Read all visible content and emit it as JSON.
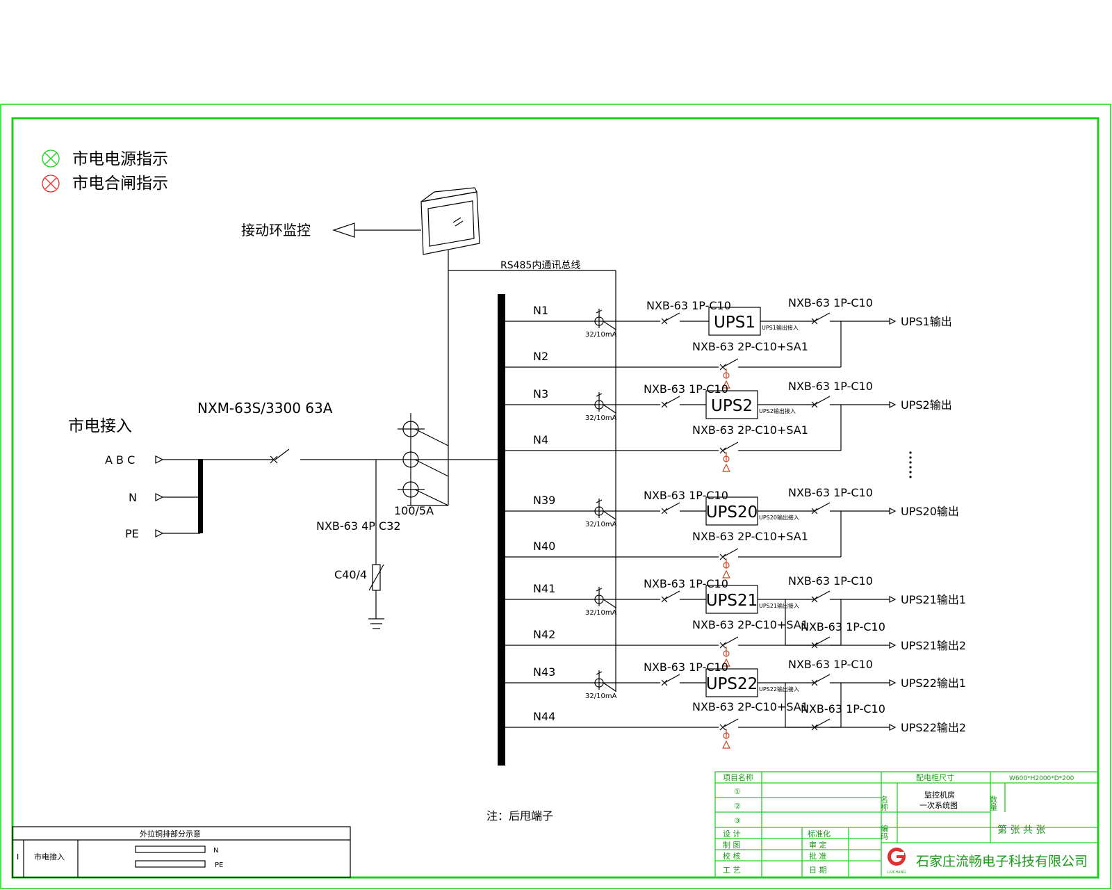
{
  "colors": {
    "frame": "#1ed01e",
    "indicator_power": "#1ed01e",
    "indicator_close": "#e03030",
    "earth_symbol": "#c8461e"
  },
  "legend": {
    "power_indicator": "市电电源指示",
    "close_indicator": "市电合闸指示"
  },
  "monitor": {
    "label": "接动环监控",
    "bus_label": "RS485内通讯总线"
  },
  "incoming": {
    "title": "市电接入",
    "phase_abc": "A B C",
    "phase_n": "N",
    "phase_pe": "PE",
    "breaker": "NXM-63S/3300  63A",
    "ct": "100/5A",
    "spd_breaker": "NXB-63 4P C32",
    "spd": "C40/4"
  },
  "circuits": [
    {
      "n_in": "N1",
      "rcd": "32/10mA",
      "in_breaker": "NXB-63    1P-C10",
      "ups": "UPS1",
      "ups_note": "UPS1输出接入",
      "out_breaker": "NXB-63    1P-C10",
      "output": "UPS1输出",
      "n_bypass": "N2",
      "bypass_breaker": "NXB-63    2P-C10+SA1"
    },
    {
      "n_in": "N3",
      "rcd": "32/10mA",
      "in_breaker": "NXB-63    1P-C10",
      "ups": "UPS2",
      "ups_note": "UPS2输出接入",
      "out_breaker": "NXB-63    1P-C10",
      "output": "UPS2输出",
      "n_bypass": "N4",
      "bypass_breaker": "NXB-63    2P-C10+SA1"
    },
    {
      "n_in": "N39",
      "rcd": "32/10mA",
      "in_breaker": "NXB-63    1P-C10",
      "ups": "UPS20",
      "ups_note": "UPS20输出接入",
      "out_breaker": "NXB-63    1P-C10",
      "output": "UPS20输出",
      "n_bypass": "N40",
      "bypass_breaker": "NXB-63    2P-C10+SA1"
    },
    {
      "n_in": "N41",
      "rcd": "32/10mA",
      "in_breaker": "NXB-63    1P-C10",
      "ups": "UPS21",
      "ups_note": "UPS21输出接入",
      "out_breaker": "NXB-63    1P-C10",
      "output": "UPS21输出1",
      "n_bypass": "N42",
      "bypass_breaker": "NXB-63    2P-C10+SA1",
      "out2_breaker": "NXB-63    1P-C10",
      "output2": "UPS21输出2"
    },
    {
      "n_in": "N43",
      "rcd": "32/10mA",
      "in_breaker": "NXB-63    1P-C10",
      "ups": "UPS22",
      "ups_note": "UPS22输出接入",
      "out_breaker": "NXB-63    1P-C10",
      "output": "UPS22输出1",
      "n_bypass": "N44",
      "bypass_breaker": "NXB-63    2P-C10+SA1",
      "out2_breaker": "NXB-63    1P-C10",
      "output2": "UPS22输出2"
    }
  ],
  "note": "注：后甩端子",
  "busbar_table": {
    "title": "外拉铜排部分示意",
    "row_index": "I",
    "row_label": "市电接入",
    "bar_n": "N",
    "bar_pe": "PE"
  },
  "title_block": {
    "project_name": "项目名称",
    "items": [
      "①",
      "②",
      "③"
    ],
    "cabinet_size_label": "配电柜尺寸",
    "cabinet_size": "W600*H2000*D*200",
    "name_label": "名称",
    "drawing_name_1": "监控机房",
    "drawing_name_2": "一次系统图",
    "qty_label": "数量",
    "code_label": "编码",
    "sheet": "第    张  共    张",
    "roles": [
      "设  计",
      "制  图",
      "校  核",
      "工  艺"
    ],
    "roles2": [
      "标准化",
      "审  定",
      "批  准",
      "日  期"
    ],
    "company": "石家庄流畅电子科技有限公司",
    "logo_text": "LIUCHANG"
  }
}
